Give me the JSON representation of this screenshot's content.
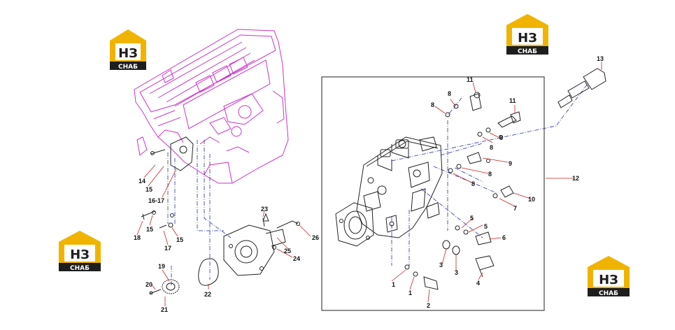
{
  "logo": {
    "mark": "НЗ",
    "caption": "СНАБ",
    "accent": "#f0b400",
    "dark": "#1e1e1e"
  },
  "colors": {
    "engine": "#cc33cc",
    "line": "#222222",
    "guide": "#2233aa",
    "leader": "#cc2222"
  },
  "callouts": {
    "c1a": "1",
    "c1b": "1",
    "c2": "2",
    "c3a": "3",
    "c3b": "3",
    "c4": "4",
    "c5a": "5",
    "c5b": "5",
    "c6": "6",
    "c7": "7",
    "c8a": "8",
    "c8b": "8",
    "c8c": "8",
    "c8d": "8",
    "c8e": "8",
    "c8f": "8",
    "c9": "9",
    "c10": "10",
    "c11a": "11",
    "c11b": "11",
    "c12": "12",
    "c13": "13",
    "c14": "14",
    "c15a": "15",
    "c15b": "15",
    "c15c": "15",
    "c16": "16-17",
    "c17": "17",
    "c18": "18",
    "c19": "19",
    "c20": "20",
    "c21": "21",
    "c22": "22",
    "c23": "23",
    "c24": "24",
    "c25": "25",
    "c26": "26"
  }
}
